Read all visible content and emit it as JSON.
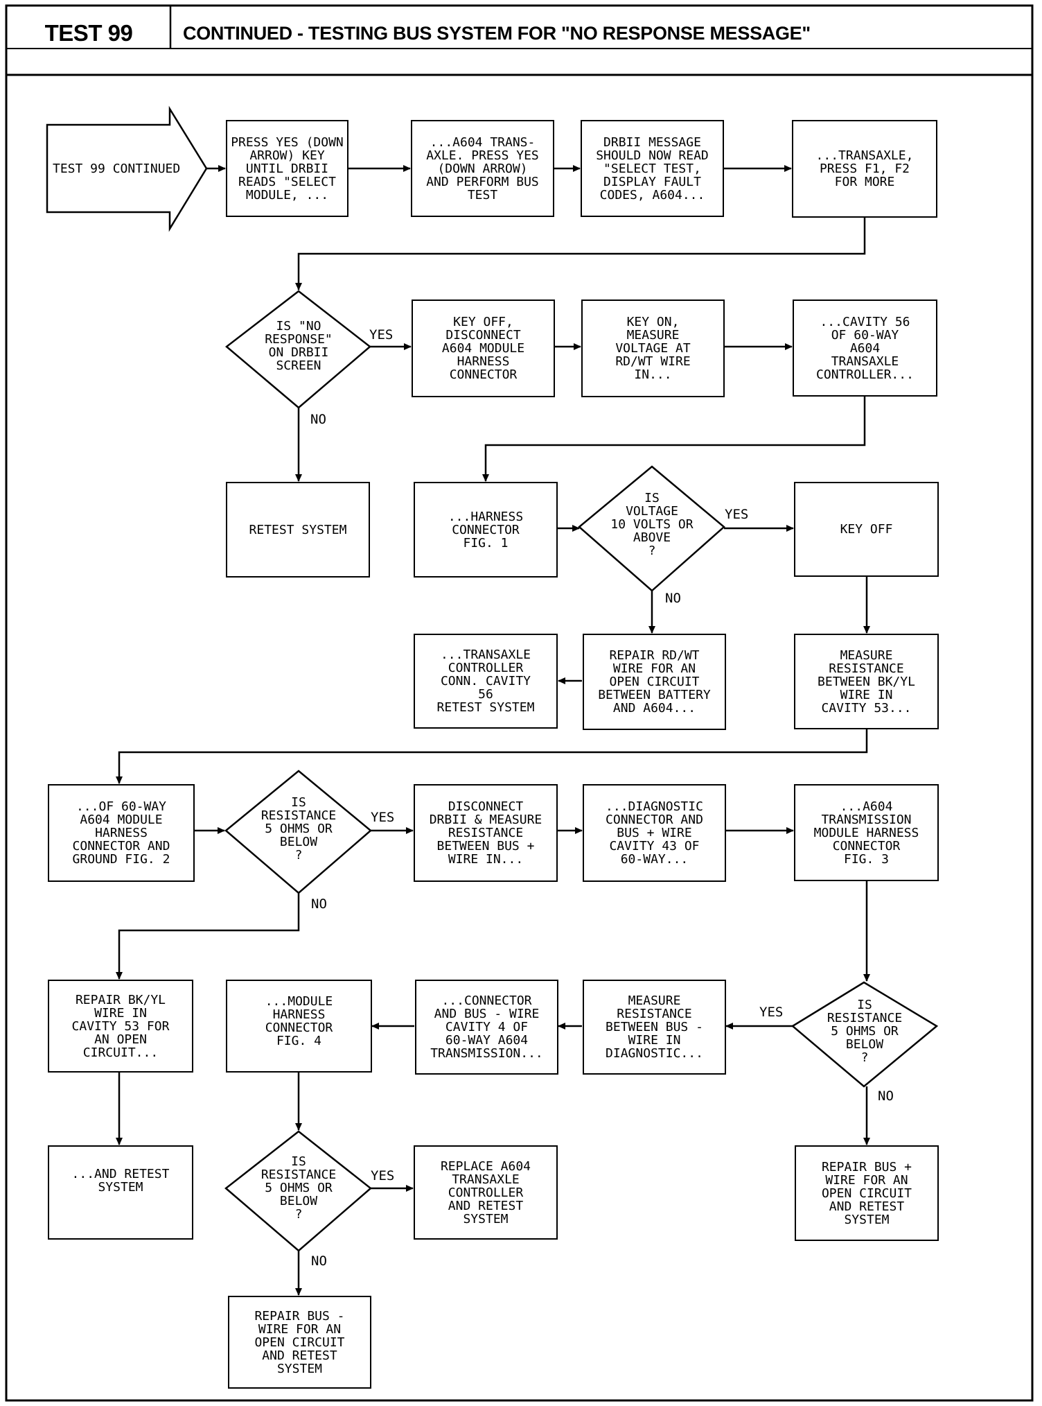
{
  "header": {
    "test_label": "TEST 99",
    "title": "CONTINUED - TESTING BUS SYSTEM FOR \"NO RESPONSE MESSAGE\""
  },
  "nodes": {
    "start": "TEST 99 CONTINUED",
    "press_yes": "PRESS YES (DOWN\nARROW) KEY\nUNTIL DRBII\nREADS \"SELECT\nMODULE, ...",
    "a604_transaxle": "...A604 TRANS-\nAXLE. PRESS YES\n(DOWN ARROW)\nAND PERFORM BUS\nTEST",
    "drbii_message": "DRBII MESSAGE\nSHOULD NOW READ\n\"SELECT TEST,\nDISPLAY FAULT\nCODES, A604...",
    "transaxle_f1f2": "...TRANSAXLE,\nPRESS F1, F2\nFOR MORE",
    "decision_no_response": "IS \"NO\nRESPONSE\"\nON DRBII\nSCREEN",
    "key_off_disconnect": "KEY OFF,\nDISCONNECT\nA604 MODULE\nHARNESS\nCONNECTOR",
    "key_on_measure": "KEY ON,\nMEASURE\nVOLTAGE AT\nRD/WT WIRE\nIN...",
    "cavity56": "...CAVITY 56\nOF 60-WAY\nA604\nTRANSAXLE\nCONTROLLER...",
    "retest_system": "RETEST SYSTEM",
    "harness_fig1": "...HARNESS\nCONNECTOR\nFIG. 1",
    "decision_voltage": "IS\nVOLTAGE\n10 VOLTS OR\nABOVE\n?",
    "key_off": "KEY OFF",
    "transaxle_controller_retest": "...TRANSAXLE\nCONTROLLER\nCONN. CAVITY\n56\nRETEST SYSTEM",
    "repair_rdwt": "REPAIR RD/WT\nWIRE FOR AN\nOPEN CIRCUIT\nBETWEEN BATTERY\nAND A604...",
    "measure_bkyl": "MEASURE\nRESISTANCE\nBETWEEN BK/YL\nWIRE IN\nCAVITY 53...",
    "of_60way_fig2": "...OF 60-WAY\nA604 MODULE\nHARNESS\nCONNECTOR AND\nGROUND FIG. 2",
    "decision_res1": "IS\nRESISTANCE\n5 OHMS OR\nBELOW\n?",
    "disconnect_drbii": "DISCONNECT\nDRBII & MEASURE\nRESISTANCE\nBETWEEN BUS +\nWIRE IN...",
    "diag_connector": "...DIAGNOSTIC\nCONNECTOR AND\nBUS + WIRE\nCAVITY 43 OF\n60-WAY...",
    "a604_transmission_fig3": "...A604\nTRANSMISSION\nMODULE HARNESS\nCONNECTOR\nFIG. 3",
    "repair_bkyl": "REPAIR BK/YL\nWIRE IN\nCAVITY 53 FOR\nAN OPEN\nCIRCUIT...",
    "module_fig4": "...MODULE\nHARNESS\nCONNECTOR\nFIG. 4",
    "connector_bus_minus": "...CONNECTOR\nAND BUS - WIRE\nCAVITY 4 OF\n60-WAY A604\nTRANSMISSION...",
    "measure_bus_minus": "MEASURE\nRESISTANCE\nBETWEEN BUS -\nWIRE IN\nDIAGNOSTIC...",
    "decision_res2": "IS\nRESISTANCE\n5 OHMS OR\nBELOW\n?",
    "and_retest": "...AND RETEST\nSYSTEM",
    "decision_res3": "IS\nRESISTANCE\n5 OHMS OR\nBELOW\n?",
    "replace_a604": "REPLACE A604\nTRANSAXLE\nCONTROLLER\nAND RETEST\nSYSTEM",
    "repair_bus_plus": "REPAIR BUS +\nWIRE FOR AN\nOPEN CIRCUIT\nAND RETEST\nSYSTEM",
    "repair_bus_minus": "REPAIR BUS -\nWIRE FOR AN\nOPEN CIRCUIT\nAND RETEST\nSYSTEM"
  },
  "labels": {
    "yes": "YES",
    "no": "NO"
  }
}
